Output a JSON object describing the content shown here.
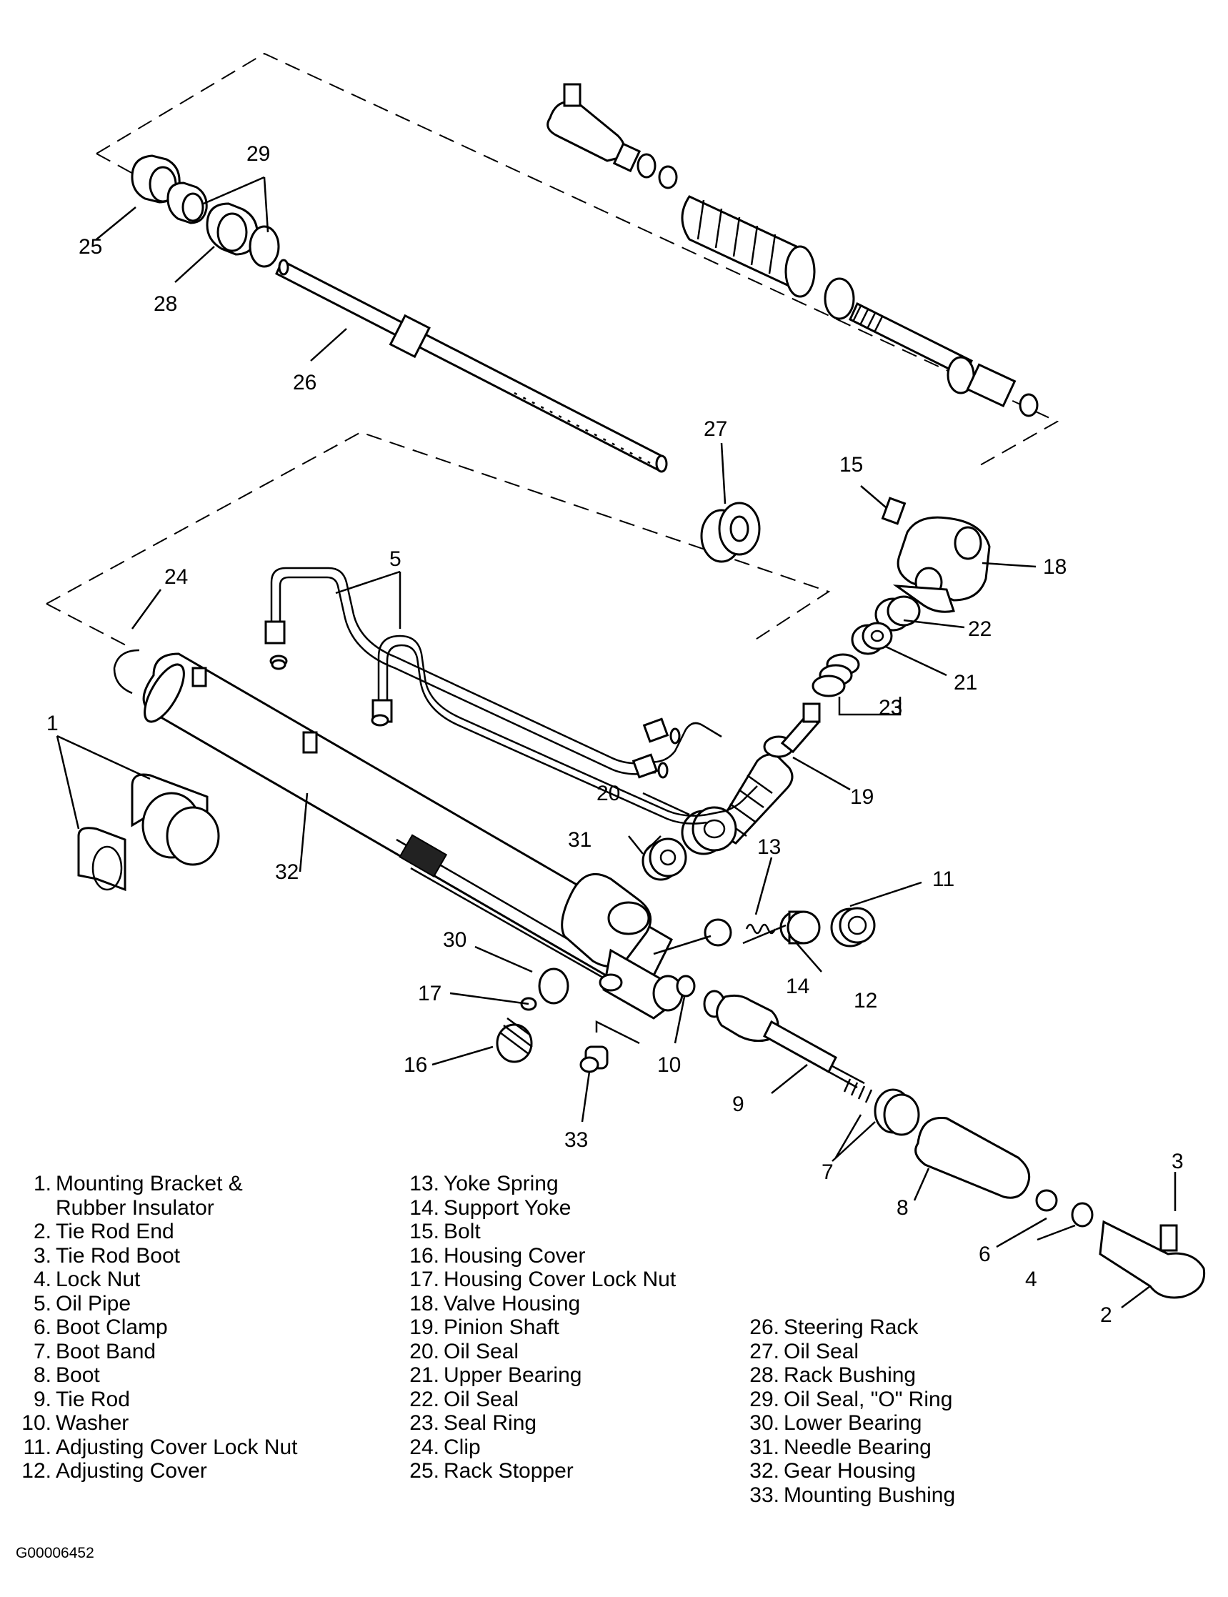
{
  "callouts": [
    "1",
    "2",
    "3",
    "4",
    "5",
    "6",
    "7",
    "8",
    "9",
    "10",
    "11",
    "12",
    "13",
    "14",
    "15",
    "16",
    "17",
    "18",
    "19",
    "20",
    "21",
    "22",
    "23",
    "24",
    "25",
    "26",
    "27",
    "28",
    "29",
    "30",
    "31",
    "32",
    "33"
  ],
  "legend": {
    "column1": [
      {
        "num": "1.",
        "name": "Mounting Bracket &",
        "cont": "Rubber Insulator"
      },
      {
        "num": "2.",
        "name": "Tie Rod End"
      },
      {
        "num": "3.",
        "name": "Tie Rod Boot"
      },
      {
        "num": "4.",
        "name": "Lock Nut"
      },
      {
        "num": "5.",
        "name": "Oil Pipe"
      },
      {
        "num": "6.",
        "name": "Boot Clamp"
      },
      {
        "num": "7.",
        "name": "Boot Band"
      },
      {
        "num": "8.",
        "name": "Boot"
      },
      {
        "num": "9.",
        "name": "Tie Rod"
      },
      {
        "num": "10.",
        "name": "Washer"
      },
      {
        "num": "11.",
        "name": "Adjusting Cover Lock Nut"
      },
      {
        "num": "12.",
        "name": "Adjusting Cover"
      }
    ],
    "column2": [
      {
        "num": "13.",
        "name": "Yoke Spring"
      },
      {
        "num": "14.",
        "name": "Support Yoke"
      },
      {
        "num": "15.",
        "name": "Bolt"
      },
      {
        "num": "16.",
        "name": "Housing Cover"
      },
      {
        "num": "17.",
        "name": "Housing Cover Lock Nut"
      },
      {
        "num": "18.",
        "name": "Valve Housing"
      },
      {
        "num": "19.",
        "name": "Pinion Shaft"
      },
      {
        "num": "20.",
        "name": "Oil Seal"
      },
      {
        "num": "21.",
        "name": "Upper Bearing"
      },
      {
        "num": "22.",
        "name": "Oil Seal"
      },
      {
        "num": "23.",
        "name": "Seal Ring"
      },
      {
        "num": "24.",
        "name": "Clip"
      },
      {
        "num": "25.",
        "name": "Rack Stopper"
      }
    ],
    "column3": [
      {
        "num": "26.",
        "name": "Steering Rack"
      },
      {
        "num": "27.",
        "name": "Oil Seal"
      },
      {
        "num": "28.",
        "name": "Rack Bushing"
      },
      {
        "num": "29.",
        "name": "Oil Seal, \"O\" Ring"
      },
      {
        "num": "30.",
        "name": "Lower Bearing"
      },
      {
        "num": "31.",
        "name": "Needle Bearing"
      },
      {
        "num": "32.",
        "name": "Gear Housing"
      },
      {
        "num": "33.",
        "name": "Mounting Bushing"
      }
    ]
  },
  "figure_id": "G00006452"
}
